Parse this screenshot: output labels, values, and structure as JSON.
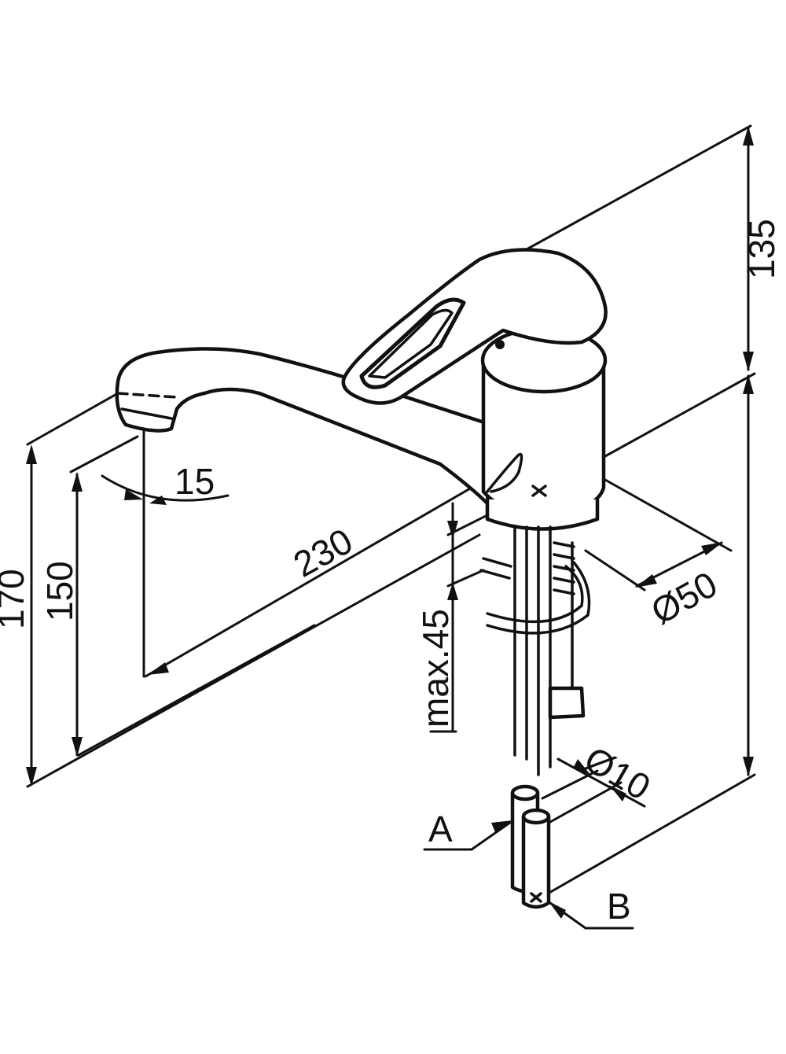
{
  "dimensions": {
    "height_total": "170",
    "height_outlet": "150",
    "spout_angle": "15",
    "spout_reach": "230",
    "lever_height": "135",
    "body_diameter": "Ø50",
    "max_counter_thickness": "max.45",
    "hose_diameter": "Ø10"
  },
  "labels": {
    "hose_a": "A",
    "hose_b": "B"
  }
}
